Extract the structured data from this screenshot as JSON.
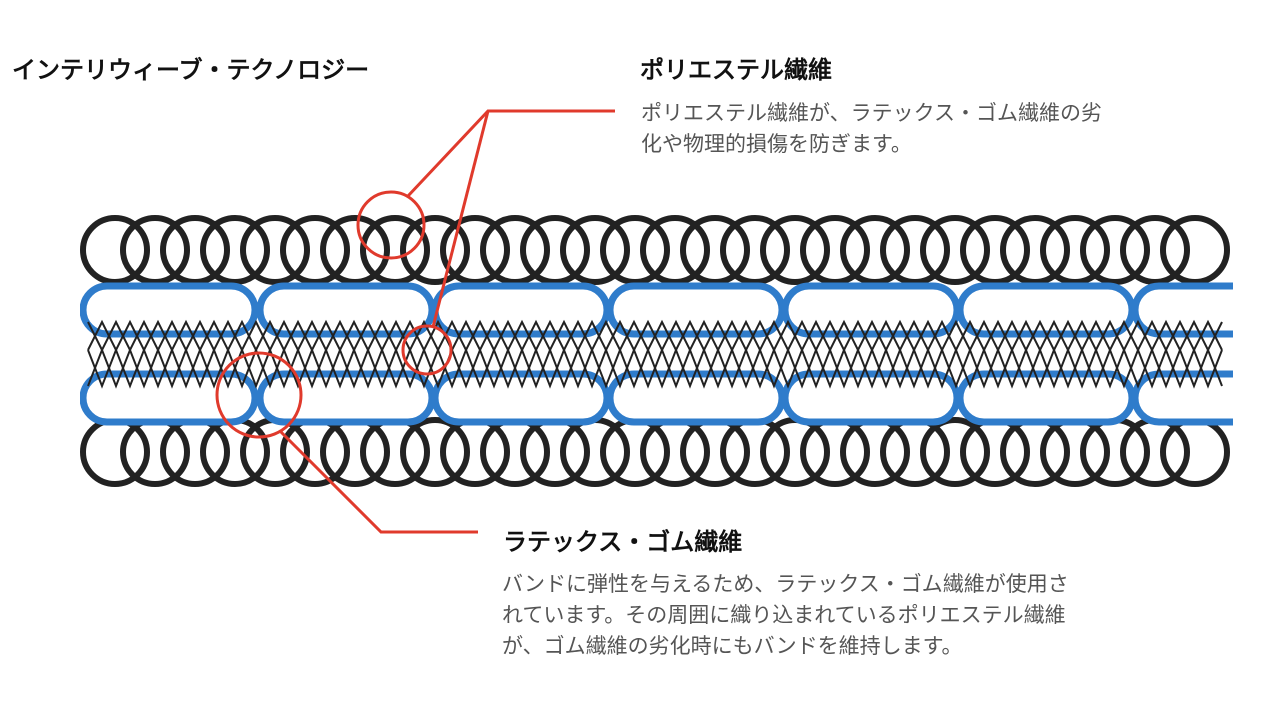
{
  "title": "インテリウィーブ・テクノロジー",
  "polyester": {
    "title": "ポリエステル繊維",
    "lines": [
      "ポリエステル繊維が、ラテックス・ゴム繊維の劣",
      "化や物理的損傷を防ぎます。"
    ]
  },
  "latex": {
    "title": "ラテックス・ゴム繊維",
    "lines": [
      "バンドに弾性を与えるため、ラテックス・ゴム繊維が使用さ",
      "れています。その周囲に織り込まれているポリエステル繊維",
      "が、ゴム繊維の劣化時にもバンドを維持します。"
    ]
  },
  "colors": {
    "polyester_loops": "#222222",
    "latex_loops": "#2f7ccb",
    "callout": "#e03a2c",
    "zigzag": "#222222"
  }
}
